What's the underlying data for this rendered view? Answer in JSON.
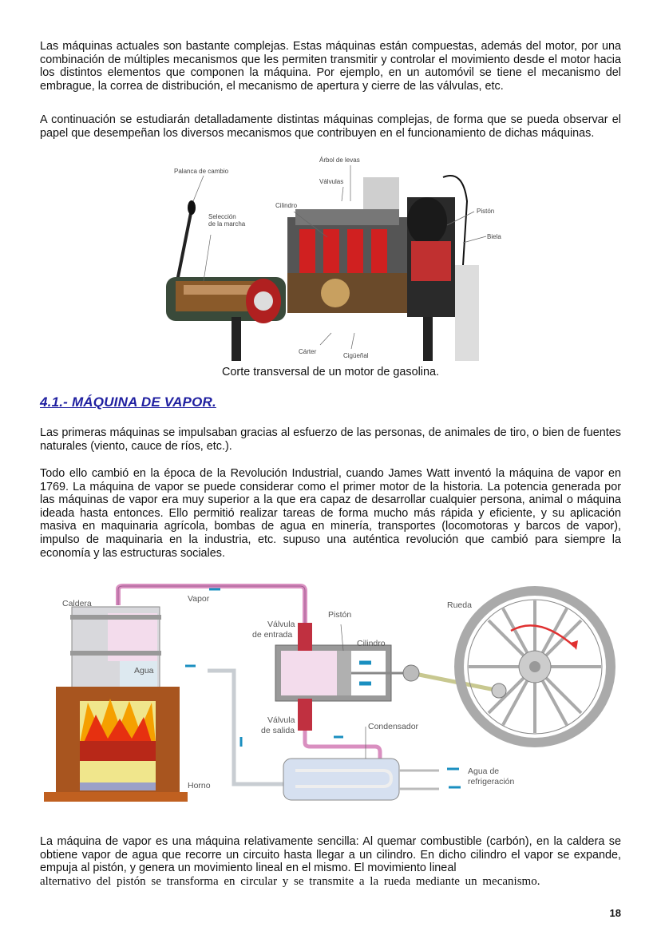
{
  "intro": {
    "p1": "Las máquinas actuales son bastante complejas. Estas máquinas están compuestas, además del motor, por una combinación de múltiples mecanismos que les permiten transmitir y controlar el movimiento desde el motor hacia los distintos elementos que componen la máquina. Por ejemplo, en un automóvil se tiene el mecanismo del embrague, la correa de distribución, el mecanismo de apertura y cierre de las válvulas, etc.",
    "p2": "A continuación se estudiarán detalladamente distintas máquinas complejas, de forma que se pueda observar el papel que desempeñan los diversos mecanismos que contribuyen en el funcionamiento de dichas máquinas."
  },
  "engine_figure": {
    "labels": {
      "palanca": "Palanca de cambio",
      "seleccion_1": "Selección",
      "seleccion_2": "de la marcha",
      "arbol": "Árbol de levas",
      "valvulas": "Válvulas",
      "cilindro": "Cilindro",
      "piston": "Pistón",
      "biela": "Biela",
      "carter": "Cárter",
      "ciguenal": "Cigüeñal"
    },
    "caption": "Corte transversal de un motor de gasolina."
  },
  "section": {
    "heading": "4.1.- MÁQUINA DE VAPOR.",
    "p1": "Las primeras máquinas se impulsaban gracias al esfuerzo de las personas, de animales de tiro, o bien de fuentes naturales (viento, cauce de ríos, etc.).",
    "p2": "Todo ello cambió en la época de la Revolución Industrial, cuando James Watt inventó la máquina de vapor en 1769. La máquina de vapor se puede considerar como el primer motor de la historia. La potencia generada por las máquinas de vapor era muy superior a la que era capaz de desarrollar cualquier persona, animal o máquina ideada hasta entonces. Ello permitió realizar tareas de forma mucho más rápida y eficiente, y su aplicación masiva en maquinaria agrícola, bombas de agua en minería, transportes (locomotoras y barcos de vapor), impulso de maquinaria en la industria, etc. supuso una auténtica revolución que cambió para siempre la economía y las estructuras sociales."
  },
  "steam_figure": {
    "labels": {
      "caldera": "Caldera",
      "vapor": "Vapor",
      "agua": "Agua",
      "horno": "Horno",
      "valvula_entrada_1": "Válvula",
      "valvula_entrada_2": "de entrada",
      "valvula_salida_1": "Válvula",
      "valvula_salida_2": "de salida",
      "piston": "Pistón",
      "cilindro": "Cilindro",
      "condensador": "Condensador",
      "rueda": "Rueda",
      "agua_refrig_1": "Agua de",
      "agua_refrig_2": "refrigeración"
    }
  },
  "closing": {
    "p1_main": "La máquina de vapor es una máquina relativamente sencilla: Al quemar combustible (carbón), en la caldera se obtiene vapor de agua que recorre un circuito hasta llegar a un cilindro. En dicho cilindro el vapor se expande, empuja al pistón, y genera un movimiento lineal en el mismo. El movimiento lineal",
    "p1_last": "alternativo del pistón se transforma en circular y se transmite a la rueda mediante un mecanismo."
  },
  "footer": {
    "page_number": "18"
  },
  "colors": {
    "heading": "#1f1fa0",
    "steam_pipe": "#d98fc0",
    "water_pipe": "#c8cdd2",
    "arrow": "#1a8fc0",
    "fire": "#f5a000"
  }
}
